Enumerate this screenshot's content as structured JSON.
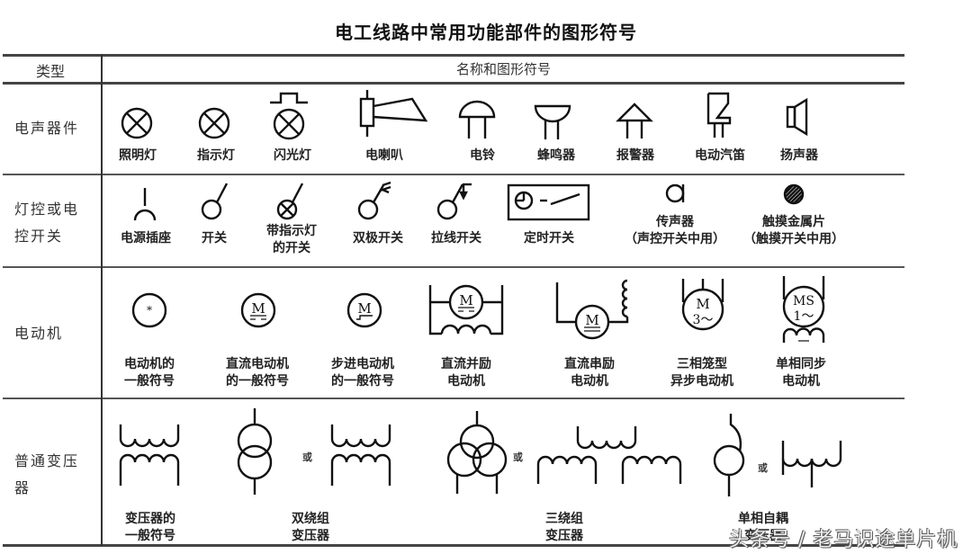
{
  "title": "电工线路中常用功能部件的图形符号",
  "header": {
    "type_col": "类型",
    "names_col": "名称和图形符号"
  },
  "rows": [
    {
      "category": "电声器件",
      "items": [
        {
          "label": "照明灯",
          "icon": "lamp-icon"
        },
        {
          "label": "指示灯",
          "icon": "indicator-lamp-icon"
        },
        {
          "label": "闪光灯",
          "icon": "flash-lamp-icon"
        },
        {
          "label": "电喇叭",
          "icon": "electric-horn-icon"
        },
        {
          "label": "电铃",
          "icon": "electric-bell-icon"
        },
        {
          "label": "蜂鸣器",
          "icon": "buzzer-icon"
        },
        {
          "label": "报警器",
          "icon": "alarm-icon"
        },
        {
          "label": "电动汽笛",
          "icon": "electric-siren-icon"
        },
        {
          "label": "扬声器",
          "icon": "speaker-icon"
        }
      ]
    },
    {
      "category_line1": "灯控或电",
      "category_line2": "控开关",
      "items": [
        {
          "label": "电源插座",
          "icon": "power-socket-icon"
        },
        {
          "label": "开关",
          "icon": "switch-icon"
        },
        {
          "label_line1": "带指示灯",
          "label_line2": "的开关",
          "icon": "switch-with-indicator-icon"
        },
        {
          "label": "双极开关",
          "icon": "double-pole-switch-icon"
        },
        {
          "label": "拉线开关",
          "icon": "pull-cord-switch-icon"
        },
        {
          "label": "定时开关",
          "icon": "timer-switch-icon"
        },
        {
          "label_line1": "传声器",
          "label_line2": "（声控开关中用）",
          "icon": "microphone-icon"
        },
        {
          "label_line1": "触摸金属片",
          "label_line2": "（触摸开关中用）",
          "icon": "touch-plate-icon"
        }
      ]
    },
    {
      "category": "电动机",
      "items": [
        {
          "label_line1": "电动机的",
          "label_line2": "一般符号",
          "icon": "motor-general-icon",
          "glyph": "*"
        },
        {
          "label_line1": "直流电动机",
          "label_line2": "的一般符号",
          "icon": "dc-motor-icon",
          "glyph": "M"
        },
        {
          "label_line1": "步进电动机",
          "label_line2": "的一般符号",
          "icon": "stepper-motor-icon",
          "glyph": "M"
        },
        {
          "label_line1": "直流并励",
          "label_line2": "电动机",
          "icon": "dc-shunt-motor-icon",
          "glyph": "M"
        },
        {
          "label_line1": "直流串励",
          "label_line2": "电动机",
          "icon": "dc-series-motor-icon",
          "glyph": "M"
        },
        {
          "label_line1": "三相笼型",
          "label_line2": "异步电动机",
          "icon": "three-phase-induction-motor-icon",
          "glyph_line1": "M",
          "glyph_line2": "3～"
        },
        {
          "label_line1": "单相同步",
          "label_line2": "电动机",
          "icon": "single-phase-sync-motor-icon",
          "glyph_line1": "MS",
          "glyph_line2": "1～"
        }
      ]
    },
    {
      "category_line1": "普通变压",
      "category_line2": "器",
      "or_text": "或",
      "items": [
        {
          "label_line1": "变压器的",
          "label_line2": "一般符号",
          "icon": "transformer-general-icon"
        },
        {
          "label_line1": "双绕组",
          "label_line2": "变压器",
          "icon": "two-winding-transformer-icon"
        },
        {
          "label_line1": "三绕组",
          "label_line2": "变压器",
          "icon": "three-winding-transformer-icon"
        },
        {
          "label_line1": "单相自耦",
          "label_line2": "变压器",
          "icon": "single-phase-autotransformer-icon"
        }
      ]
    }
  ],
  "watermark": "头条号 / 老马识途单片机"
}
